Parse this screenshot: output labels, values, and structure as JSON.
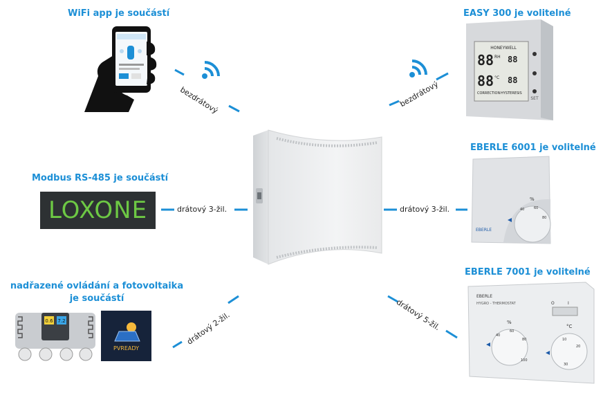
{
  "titles": {
    "wifi_app": "WiFi app je součástí",
    "modbus": "Modbus RS-485 je součástí",
    "control_line1": "nadřazené ovládání a fotovoltaika",
    "control_line2": "je součástí",
    "easy300": "EASY 300 je volitelné",
    "eberle6001": "EBERLE 6001 je volitelné",
    "eberle7001": "EBERLE 7001 je volitelné"
  },
  "connections": {
    "wifi_left": "bezdrátový",
    "wifi_right": "bezdrátový",
    "loxone": "drátový 3-žil.",
    "eberle6001": "drátový 3-žil.",
    "control": "drátový 2-žil.",
    "eberle7001": "drátový 5-žil."
  },
  "logos": {
    "loxone": "LOXONE",
    "pvready": "PVREADY"
  },
  "easy300_display": {
    "brand": "HONEYWELL",
    "rh_value": "88",
    "rh_unit": "RH",
    "temp_value": "88",
    "temp_unit": "°C",
    "small_value1": "88",
    "small_value2": "88",
    "correction": "CORRECTION",
    "hysteresis": "HYSTERESIS",
    "set": "SET"
  },
  "eberle6001_face": {
    "brand": "EBERLE",
    "percent": "%",
    "dial_marks": [
      "40",
      "60",
      "80"
    ]
  },
  "eberle7001_face": {
    "brand": "EBERLE",
    "model": "HYGRO - THERMOSTAT",
    "switch_off": "O",
    "switch_on": "I",
    "percent": "%",
    "celsius": "°C",
    "hum_marks": [
      "40",
      "60",
      "80",
      "100"
    ],
    "temp_marks": [
      "10",
      "20",
      "30"
    ]
  },
  "controller": {
    "display1": "0.6",
    "display2": "7.2"
  },
  "colors": {
    "accent": "#1c8fd6",
    "loxone_bg": "#2d3133",
    "loxone_text": "#6dc844",
    "pvready_bg": "#16233a"
  }
}
